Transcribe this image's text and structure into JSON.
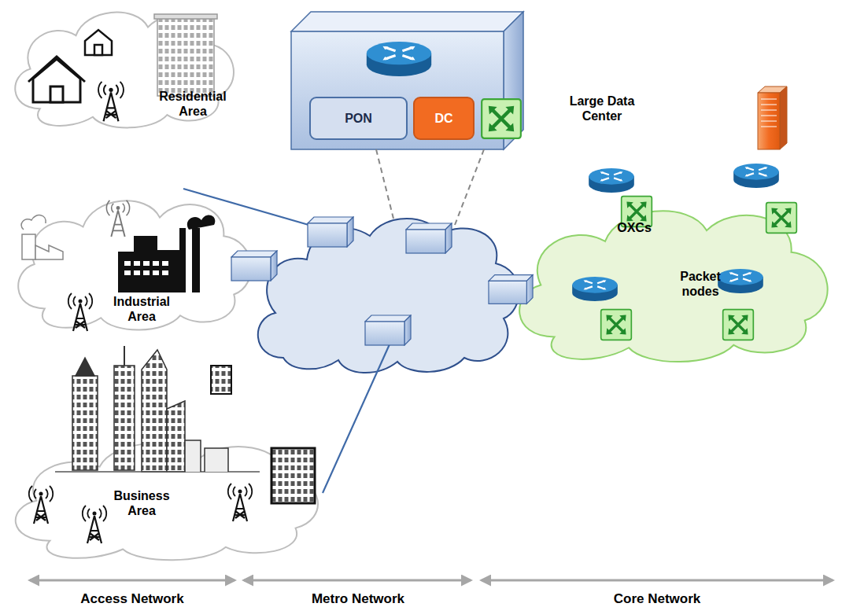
{
  "diagram": {
    "nodes": [
      {
        "text": [
          "Residential Area"
        ]
      },
      {
        "text": [
          "Industrial Area"
        ]
      },
      {
        "text": [
          "Business Area"
        ]
      },
      {
        "text": [
          "PON"
        ]
      },
      {
        "text": [
          "DC"
        ]
      },
      {
        "text": [
          "OXCs",
          "Packet nodes"
        ]
      }
    ],
    "labels": [
      "Large Data Center",
      "Access Network",
      "Metro Network",
      "Core Network"
    ]
  }
}
